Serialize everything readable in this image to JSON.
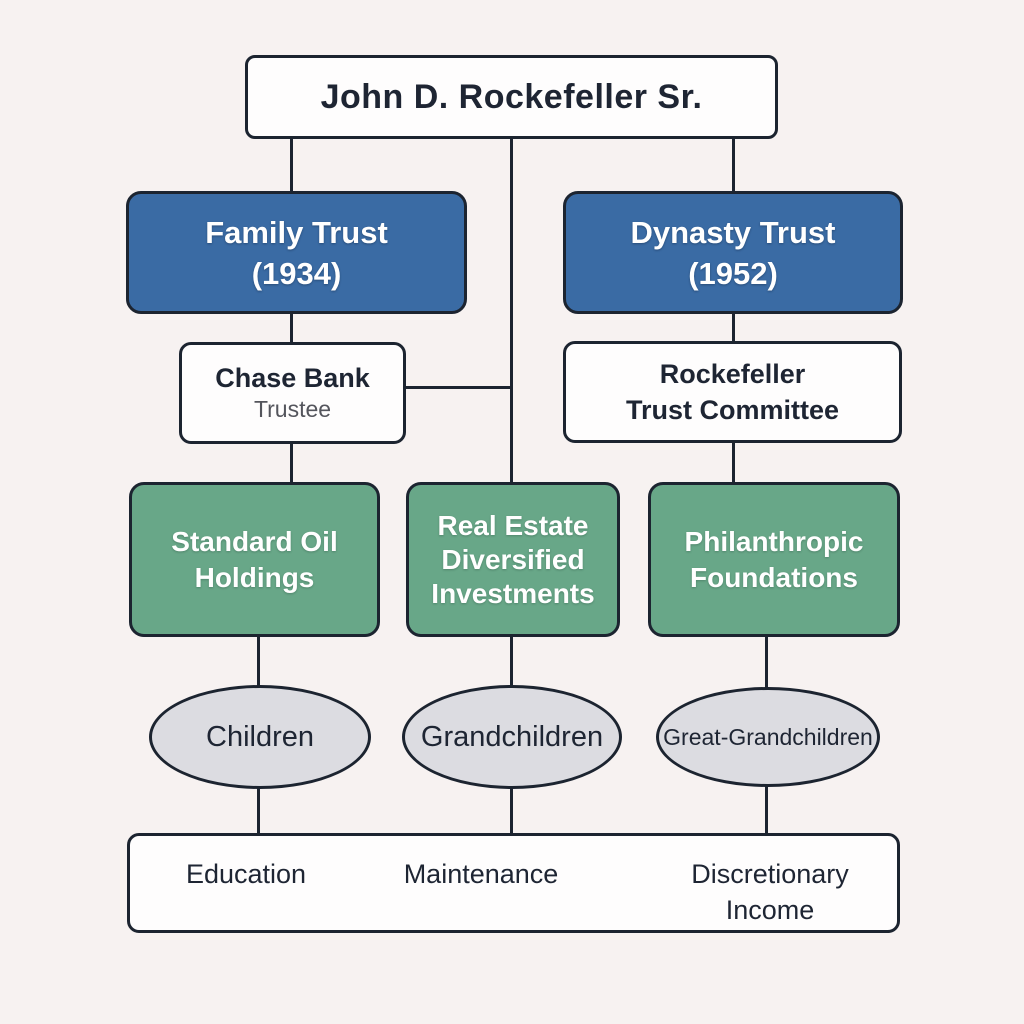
{
  "colors": {
    "background": "#f7f2f1",
    "node_blue": "#3a6ba4",
    "node_green": "#68a788",
    "ellipse_gray": "#dcdce1",
    "outline_dark": "#1c2430",
    "text_dark": "#1e2533",
    "text_white": "#ffffff",
    "text_muted": "#54555c"
  },
  "nodes": {
    "root": {
      "label": "John D. Rockefeller Sr."
    },
    "family_trust": {
      "line1": "Family Trust",
      "line2": "(1934)"
    },
    "dynasty_trust": {
      "line1": "Dynasty Trust",
      "line2": "(1952)"
    },
    "chase_bank": {
      "line1": "Chase Bank",
      "line2": "Trustee"
    },
    "trust_committee": {
      "line1": "Rockefeller",
      "line2": "Trust Committee"
    },
    "standard_oil": {
      "line1": "Standard Oil",
      "line2": "Holdings"
    },
    "real_estate": {
      "line1": "Real Estate",
      "line2": "Diversified",
      "line3": "Investments"
    },
    "philanthropic": {
      "line1": "Philanthropic",
      "line2": "Foundations"
    },
    "children": {
      "label": "Children"
    },
    "grandchildren": {
      "label": "Grandchildren"
    },
    "great_grandchildren": {
      "label": "Great-Grandchildren"
    },
    "distributions": {
      "item1": "Education",
      "item2": "Maintenance",
      "item3_line1": "Discretionary",
      "item3_line2": "Income"
    }
  }
}
